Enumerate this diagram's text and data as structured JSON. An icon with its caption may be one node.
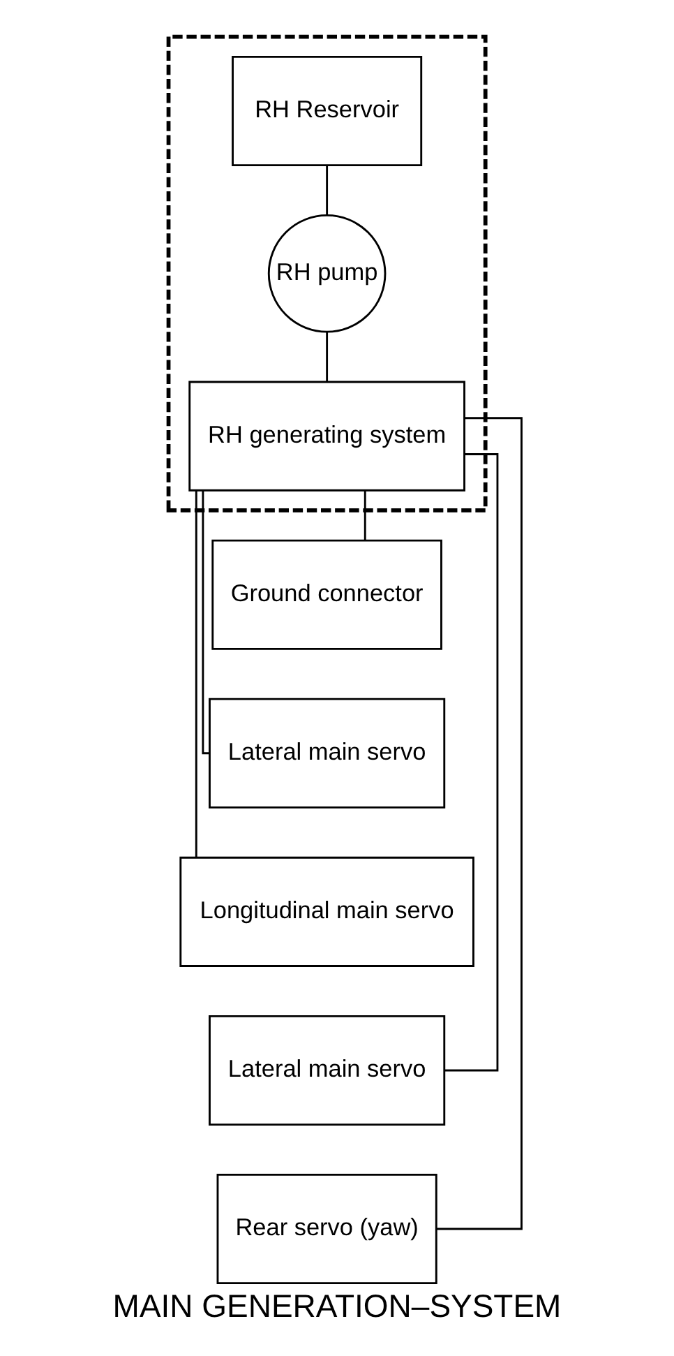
{
  "diagram": {
    "caption": "MAIN GENERATION–SYSTEM",
    "nodes": [
      {
        "text": [],
        "shape": "box"
      },
      {
        "text": [
          "RH Reservoir"
        ],
        "in": 0
      },
      {
        "text": [
          "RH pump"
        ],
        "in": 0
      },
      {
        "text": [
          "RH generating system"
        ],
        "in": 0
      },
      {
        "text": [
          "Ground connector"
        ]
      },
      {
        "text": [
          "Lateral main servo"
        ]
      },
      {
        "text": [
          "Longitudinal main servo"
        ]
      },
      {
        "text": [
          "Lateral main servo"
        ]
      },
      {
        "text": [
          "Rear servo (yaw)"
        ]
      }
    ],
    "edges": [
      {
        "from": 1,
        "to": 2,
        "arrow": "none"
      },
      {
        "from": 2,
        "to": 3,
        "arrow": "none"
      },
      {
        "from": 3,
        "to": 4,
        "arrow": "none"
      },
      {
        "from": 3,
        "to": 5,
        "arrow": "none"
      },
      {
        "from": 3,
        "to": 6,
        "arrow": "none"
      },
      {
        "from": 3,
        "to": 7,
        "arrow": "none"
      },
      {
        "from": 3,
        "to": 8,
        "arrow": "none"
      }
    ]
  }
}
